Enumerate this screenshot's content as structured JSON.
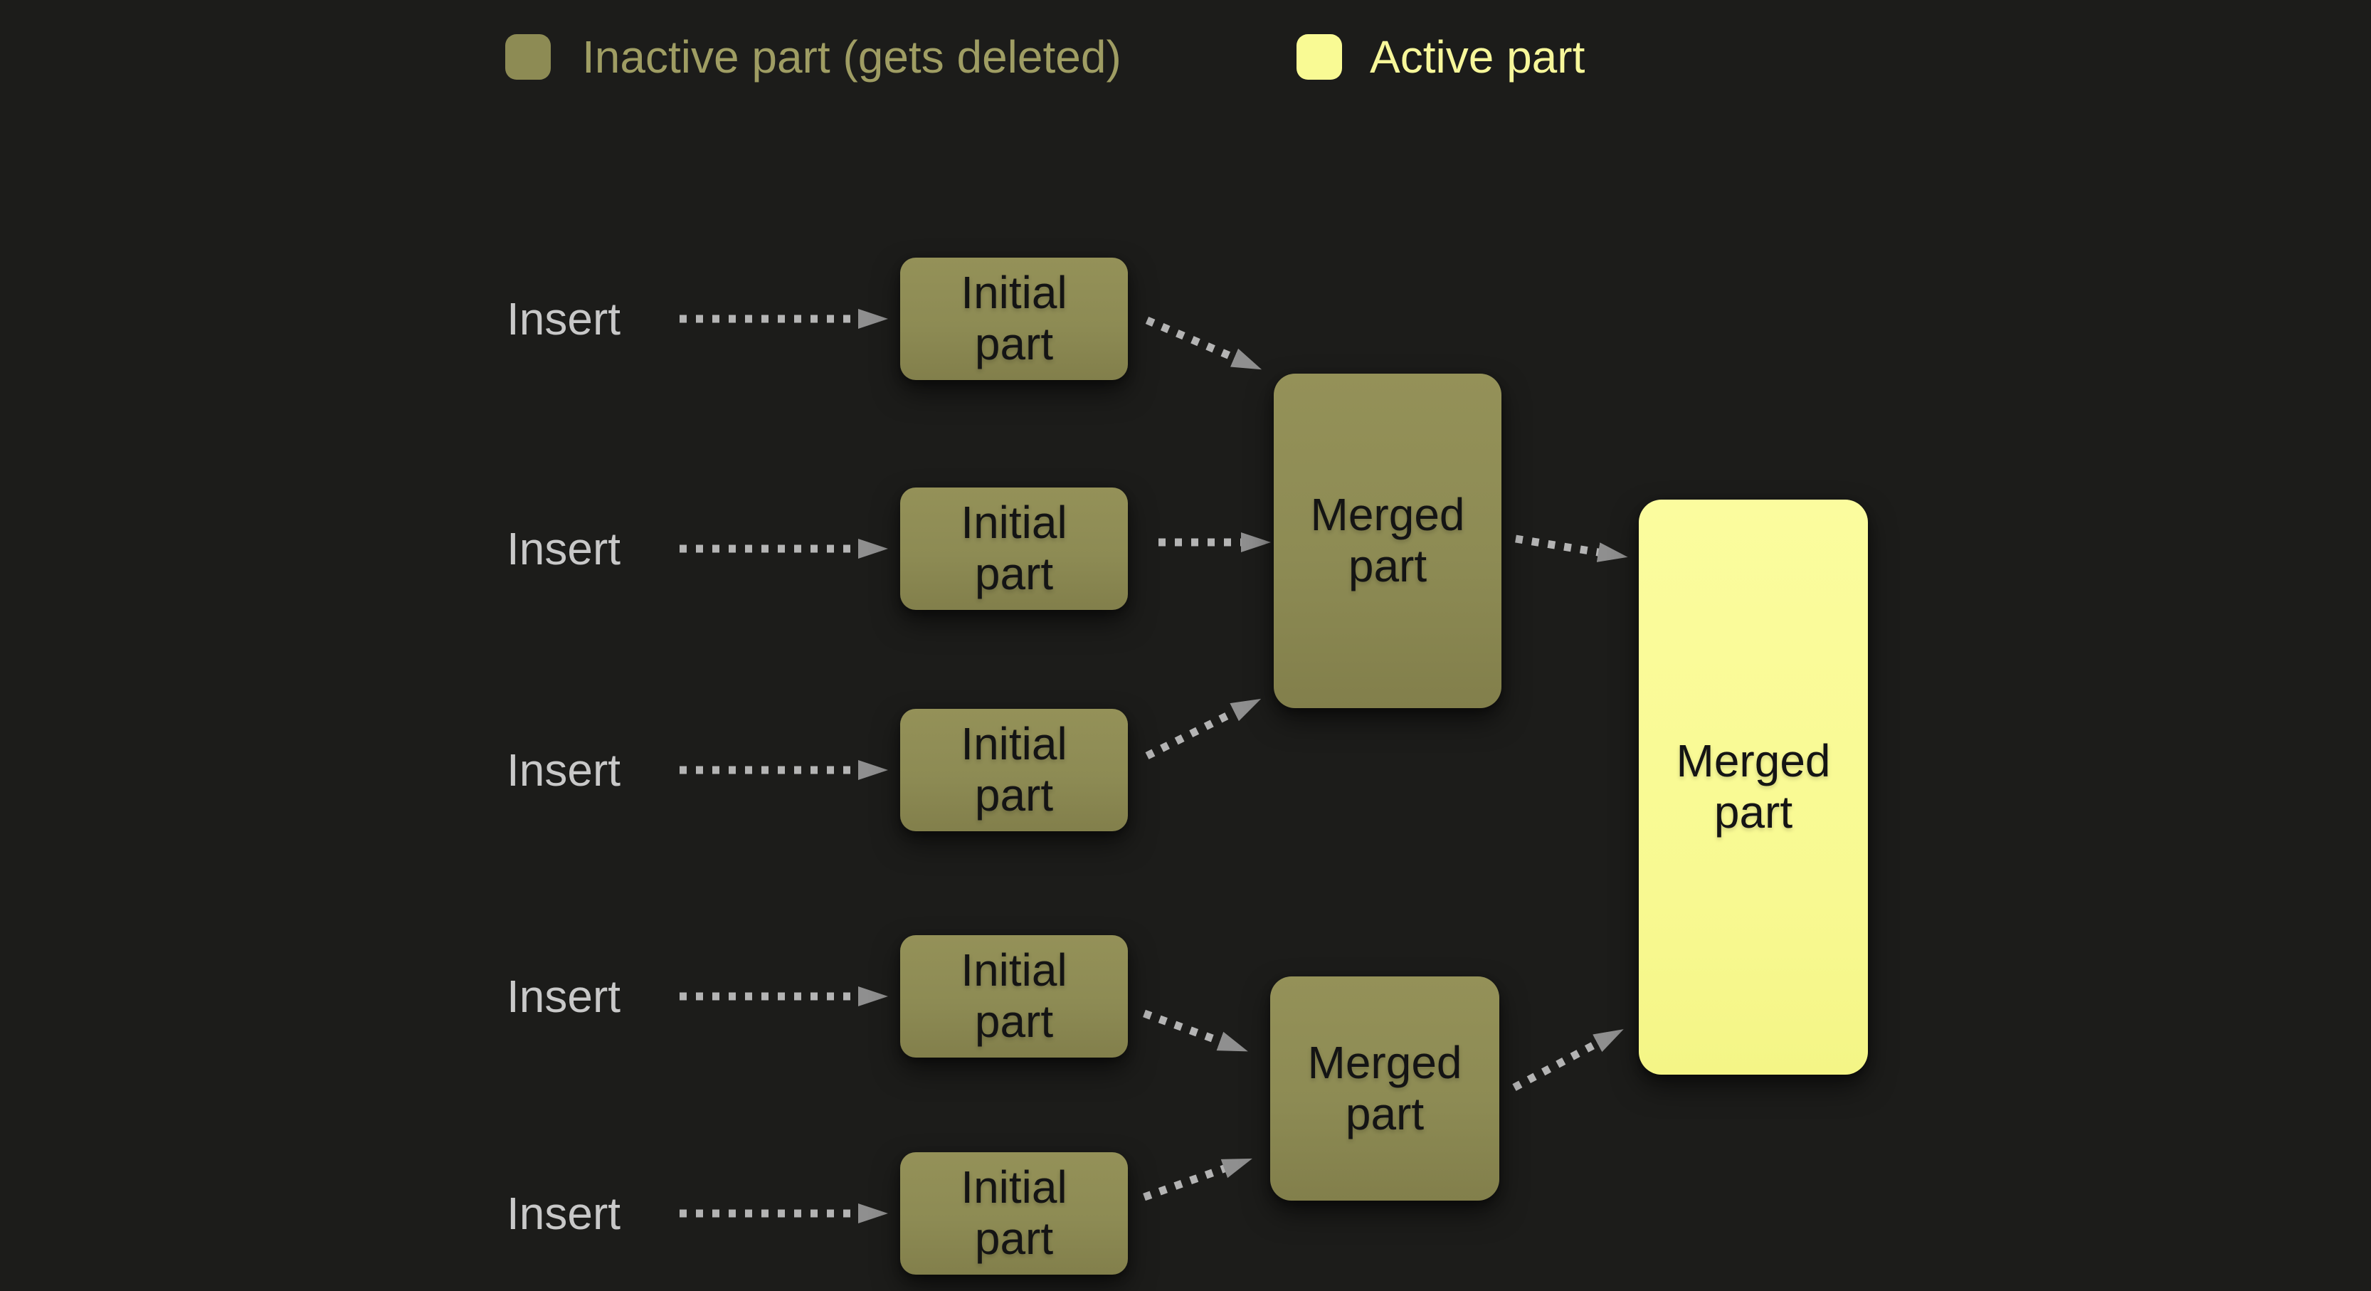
{
  "colors": {
    "background": "#1c1c1a",
    "inactive_fill": "#8d8b54",
    "active_fill": "#f9fa94",
    "inactive_text": "#9f9d63",
    "active_text": "#f7f79a",
    "insert_text": "#c8c8c8",
    "arrow_dots": "#b4b4b4",
    "arrow_head": "#8f8f8f",
    "node_text": "#141414"
  },
  "legend": {
    "inactive_label": "Inactive part (gets deleted)",
    "active_label": "Active part"
  },
  "flow": {
    "insert_labels": [
      "Insert",
      "Insert",
      "Insert",
      "Insert",
      "Insert"
    ],
    "initial_parts": [
      "Initial part",
      "Initial part",
      "Initial part",
      "Initial part",
      "Initial part"
    ],
    "intermediate_merged_parts": [
      "Merged part",
      "Merged part"
    ],
    "final_merged_part": "Merged part",
    "structure_note": "Inserts 1-3 merge into upper merged part; inserts 4-5 merge into lower merged part; both merge into final active part"
  }
}
